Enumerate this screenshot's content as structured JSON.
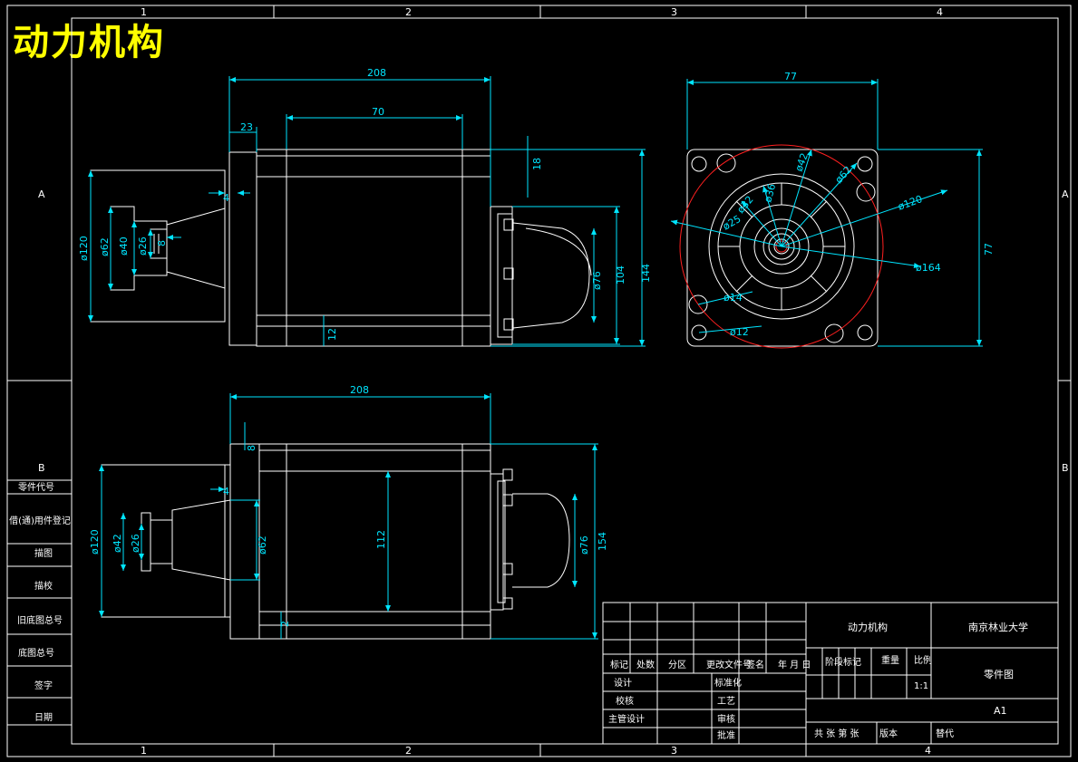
{
  "drawing_title": "动力机构",
  "zone_columns": [
    "1",
    "2",
    "3",
    "4"
  ],
  "zone_rows": [
    "A",
    "B"
  ],
  "dimensions": {
    "top_view": {
      "overall_length": "208",
      "body_length": "70",
      "flange_thickness": "23",
      "fin_height": "18",
      "diam_120": "ø120",
      "diam_62": "ø62",
      "diam_40": "ø40",
      "diam_26": "ø26",
      "shaft_8": "8",
      "step_4": "4",
      "fan_76": "ø76",
      "fan_104": "104",
      "height_144": "144",
      "bottom_12": "12"
    },
    "side_view": {
      "width_77": "77",
      "height_77": "77",
      "d42": "ø42",
      "d62": "ø62",
      "d120": "ø120",
      "d164": "ø164",
      "d36": "ø36",
      "d32": "ø32",
      "d25": "ø25",
      "d14": "ø14",
      "d12": "ø12"
    },
    "bottom_view": {
      "overall_length": "208",
      "shoulder_8": "8",
      "step_4": "4",
      "diam_120": "ø120",
      "diam_42": "ø42",
      "diam_26": "ø26",
      "diam_62": "ø62",
      "height_112": "112",
      "fan_76": "ø76",
      "height_154": "154",
      "bottom_2": "2"
    }
  },
  "left_panel": [
    "零件代号",
    "借(通)用件登记",
    "描图",
    "描校",
    "旧底图总号",
    "底图总号",
    "签字",
    "日期"
  ],
  "title_block": {
    "part_name": "动力机构",
    "company": "南京林业大学",
    "drawing_type": "零件图",
    "sheet_size": "A1",
    "scale_value": "1:1",
    "stage_header": "阶段标记",
    "weight_header": "重量",
    "scale_header": "比例",
    "rev_headers": [
      "标记",
      "处数",
      "分区",
      "更改文件号",
      "签名",
      "年 月 日"
    ],
    "rows": [
      "设计",
      "校核",
      "主管设计"
    ],
    "mid_labels": [
      "标准化",
      "工艺",
      "审核",
      "批准"
    ],
    "sheet_info": "共  张  第  张",
    "version": "版本",
    "replace": "替代"
  },
  "colors": {
    "outline": "#ffffff",
    "dimension": "#00e5ff",
    "center_red": "#ff2020",
    "title": "#ffff00"
  }
}
